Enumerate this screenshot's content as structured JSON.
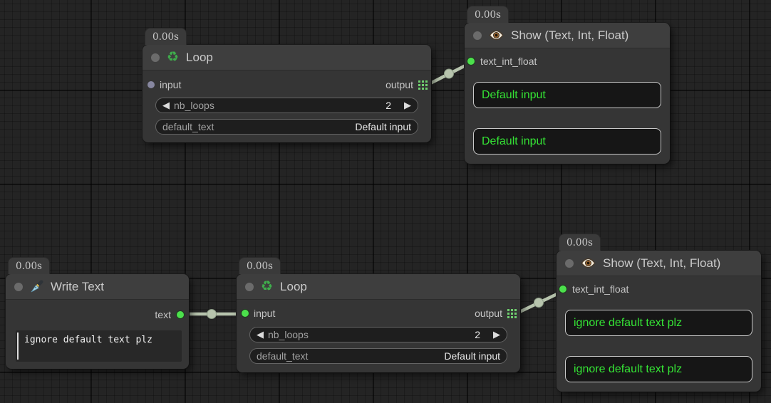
{
  "colors": {
    "canvas_bg": "#242424",
    "node_body": "#353535",
    "node_header": "#3e3e3e",
    "widget_bg": "#1e1e1e",
    "widget_border": "#646464",
    "value_green": "#35e435",
    "socket_green": "#4ce04c",
    "socket_gray": "#8787a0",
    "link": "#b7c4ad",
    "grid_icon_green": "#6fcf6f",
    "box_border": "#c9c9c9",
    "box_bg": "#161616"
  },
  "icons": {
    "stepper_left": "◀",
    "stepper_right": "▶",
    "recycle": "♻"
  },
  "nodes": [
    {
      "id": "loop-1",
      "timer": "0.00s",
      "title": "Loop",
      "input_label": "input",
      "output_label": "output",
      "nb_loops_label": "nb_loops",
      "nb_loops_value": "2",
      "default_text_label": "default_text",
      "default_text_value": "Default input"
    },
    {
      "id": "show-1",
      "timer": "0.00s",
      "title": "Show (Text, Int, Float)",
      "input_label": "text_int_float",
      "values": [
        "Default input",
        "Default input"
      ]
    },
    {
      "id": "write-text-1",
      "timer": "0.00s",
      "title": "Write Text",
      "output_label": "text",
      "text_value": "ignore default text plz"
    },
    {
      "id": "loop-2",
      "timer": "0.00s",
      "title": "Loop",
      "input_label": "input",
      "output_label": "output",
      "nb_loops_label": "nb_loops",
      "nb_loops_value": "2",
      "default_text_label": "default_text",
      "default_text_value": "Default input"
    },
    {
      "id": "show-2",
      "timer": "0.00s",
      "title": "Show (Text, Int, Float)",
      "input_label": "text_int_float",
      "values": [
        "ignore default text plz",
        "ignore default text plz"
      ]
    }
  ]
}
